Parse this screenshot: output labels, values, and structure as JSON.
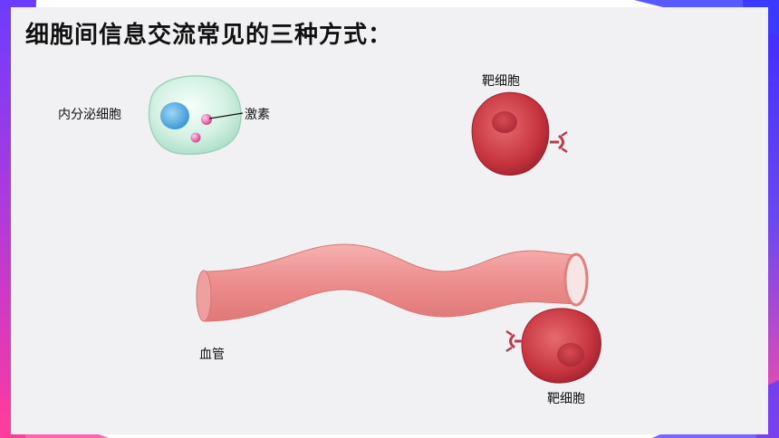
{
  "title": "细胞间信息交流常见的三种方式：",
  "labels": {
    "endocrine_cell": "内分泌细胞",
    "hormone": "激素",
    "target_cell_top": "靶细胞",
    "blood_vessel": "血管",
    "target_cell_bottom": "靶细胞"
  },
  "colors": {
    "title": "#111111",
    "vessel": "#e98a8a",
    "target_cell": "#c4303c",
    "endocrine_cell": "#cfeee0",
    "nucleus": "#4aa3d8",
    "hormone": "#e0559a"
  }
}
